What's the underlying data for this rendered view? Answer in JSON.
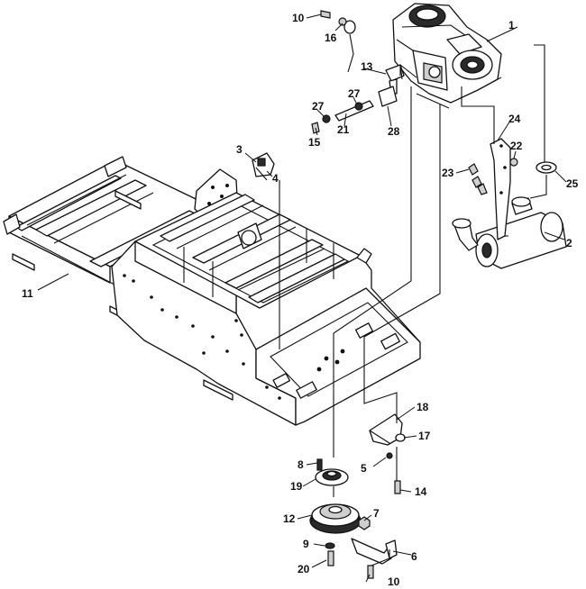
{
  "diagram": {
    "callouts": [
      "1",
      "2",
      "3",
      "4",
      "5",
      "6",
      "7",
      "8",
      "9",
      "10",
      "10",
      "11",
      "12",
      "13",
      "14",
      "15",
      "16",
      "17",
      "18",
      "19",
      "20",
      "21",
      "22",
      "23",
      "24",
      "25",
      "27",
      "27",
      "28"
    ]
  }
}
